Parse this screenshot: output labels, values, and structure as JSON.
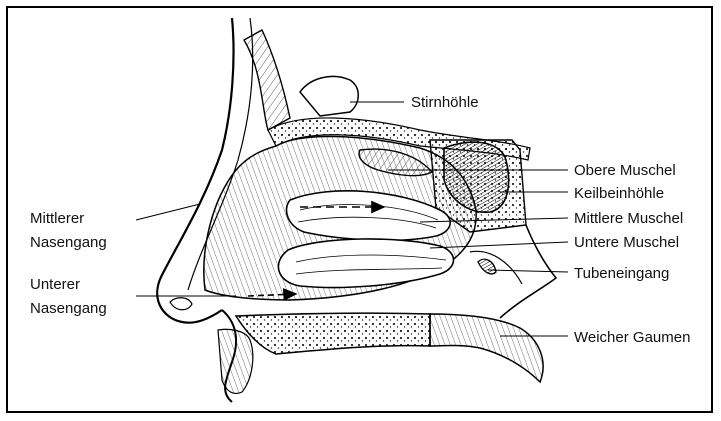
{
  "labels": {
    "stirnhoehle": "Stirnhöhle",
    "obere_muschel": "Obere Muschel",
    "keilbeinhoehle": "Keilbeinhöhle",
    "mittlere_muschel": "Mittlere Muschel",
    "untere_muschel": "Untere Muschel",
    "tubeneingang": "Tubeneingang",
    "weicher_gaumen": "Weicher Gaumen",
    "mittlerer_nasengang_1": "Mittlerer",
    "mittlerer_nasengang_2": "Nasengang",
    "unterer_nasengang_1": "Unterer",
    "unterer_nasengang_2": "Nasengang"
  }
}
